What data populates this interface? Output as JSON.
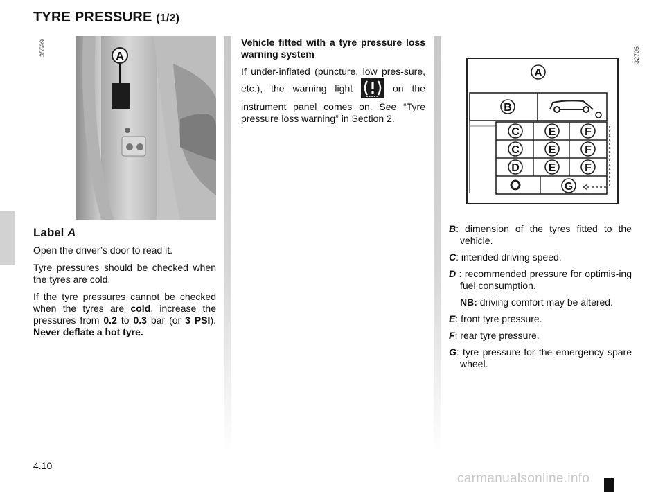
{
  "header": {
    "title": "TYRE PRESSURE",
    "part": "(1/2)"
  },
  "figure_codes": {
    "left": "35599",
    "right": "32705"
  },
  "photo": {
    "callout": "A"
  },
  "label_section": {
    "heading_prefix": "Label",
    "heading_letter": "A",
    "p1": "Open the driver’s door to read it.",
    "p2": "Tyre pressures should be checked when the tyres are cold.",
    "p3_a": "If the tyre pressures cannot be checked when the tyres are ",
    "p3_cold": "cold",
    "p3_b": ", increase the pressures from ",
    "p3_v1": "0.2",
    "p3_c": " to ",
    "p3_v2": "0.3",
    "p3_d": " bar (or ",
    "p3_v3": "3 PSI",
    "p3_e": "). ",
    "p3_warning": "Never deflate a hot tyre."
  },
  "middle_section": {
    "heading": "Vehicle fitted with a tyre pressure loss warning system",
    "p_a": "If under-inflated (puncture, low pres-sure, etc.), the warning light ",
    "p_b": " on the instrument panel comes on. See “Tyre pressure loss warning” in Section 2."
  },
  "diagram": {
    "label_top": "A",
    "label_b": "B",
    "rows": [
      [
        "C",
        "E",
        "F"
      ],
      [
        "C",
        "E",
        "F"
      ],
      [
        "D",
        "E",
        "F"
      ]
    ],
    "label_g": "G"
  },
  "legend": {
    "b_key": "B",
    "b_text": ": dimension of the tyres fitted to the vehicle.",
    "c_key": "C",
    "c_text": ": intended driving speed.",
    "d_key": "D",
    "d_text": " : recommended pressure for optimis-ing fuel consumption.",
    "nb_key": "NB:",
    "nb_text": " driving comfort may be altered.",
    "e_key": "E",
    "e_text": ": front tyre pressure.",
    "f_key": "F",
    "f_text": ": rear tyre pressure.",
    "g_key": "G",
    "g_text": ": tyre pressure for the emergency spare wheel."
  },
  "footer": {
    "page_number": "4.10",
    "watermark": "carmanualsonline.info"
  },
  "colors": {
    "column_shade": "#d0d0d0",
    "side_tab": "#d2d2d2",
    "watermark": "#c7c7c7"
  }
}
